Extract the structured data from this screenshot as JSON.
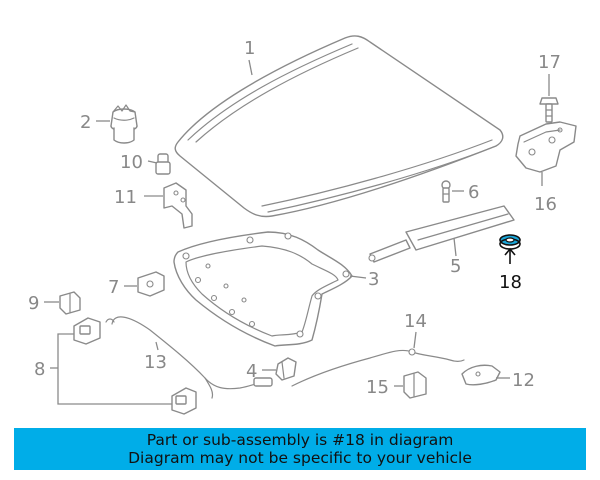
{
  "diagram": {
    "highlighted_part": "18",
    "callouts": [
      "1",
      "2",
      "3",
      "4",
      "5",
      "6",
      "7",
      "8",
      "9",
      "10",
      "11",
      "12",
      "13",
      "14",
      "15",
      "16",
      "17",
      "18"
    ]
  },
  "banner": {
    "line1": "Part or sub-assembly is #18 in diagram",
    "line2": "Diagram may not be specific to your vehicle",
    "color": "#00ade8"
  },
  "colors": {
    "line_art": "#8a8a8a",
    "callout_text": "#888888",
    "highlight_text": "#111111",
    "highlight_part": "#1aa6d8"
  }
}
